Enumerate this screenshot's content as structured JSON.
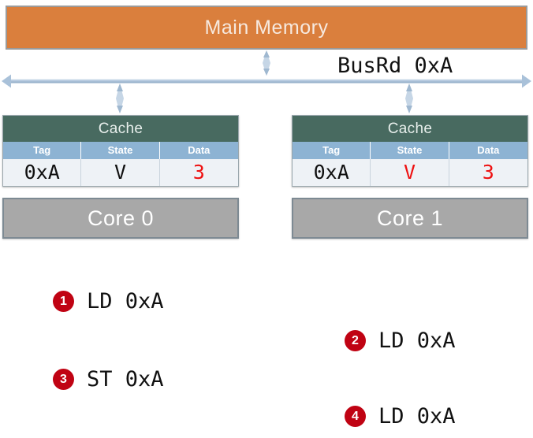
{
  "memory": {
    "label": "Main Memory",
    "fill_color": "#da7f3d",
    "border_color": "#9b9b9b",
    "text_color": "#f6e9df"
  },
  "bus": {
    "label": "BusRd 0xA",
    "line_color": "#b9ccdf",
    "label_color": "#111111"
  },
  "nodes": [
    {
      "cache": {
        "title": "Cache",
        "columns": [
          "Tag",
          "State",
          "Data"
        ],
        "values": [
          "0xA",
          "V",
          "3"
        ],
        "value_colors": [
          "#101010",
          "#101010",
          "#ee1111"
        ],
        "title_bg": "#486a60",
        "header_bg": "#8db3d3"
      },
      "core": {
        "label": "Core 0",
        "fill_color": "#a8a8a8",
        "border_color": "#7d8a93"
      }
    },
    {
      "cache": {
        "title": "Cache",
        "columns": [
          "Tag",
          "State",
          "Data"
        ],
        "values": [
          "0xA",
          "V",
          "3"
        ],
        "value_colors": [
          "#101010",
          "#ee1111",
          "#ee1111"
        ],
        "title_bg": "#486a60",
        "header_bg": "#8db3d3"
      },
      "core": {
        "label": "Core 1",
        "fill_color": "#a8a8a8",
        "border_color": "#7d8a93"
      }
    }
  ],
  "instructions": [
    {
      "number": "1",
      "text": "LD 0xA"
    },
    {
      "number": "2",
      "text": "LD 0xA"
    },
    {
      "number": "3",
      "text": "ST 0xA"
    },
    {
      "number": "4",
      "text": "LD 0xA"
    }
  ],
  "badge_color": "#c00313"
}
